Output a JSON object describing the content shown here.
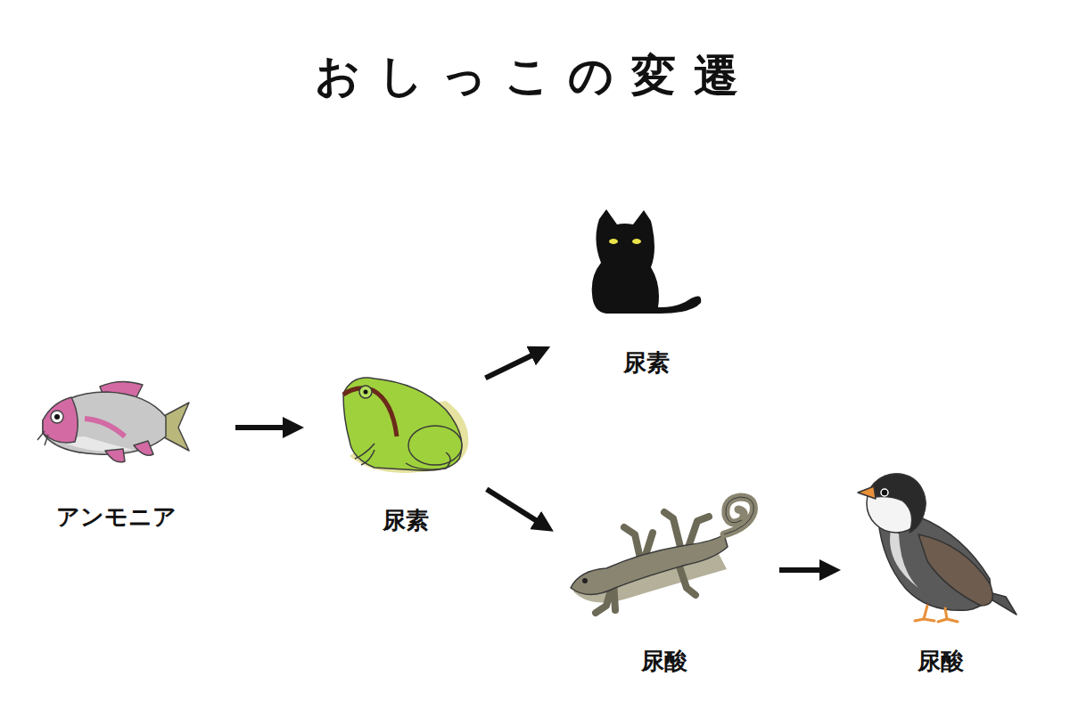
{
  "diagram": {
    "title": "おしっこの変遷",
    "nodes": [
      {
        "text": [
          "アンモニア"
        ]
      },
      {
        "text": [
          "尿素"
        ]
      },
      {
        "text": [
          "尿素"
        ]
      },
      {
        "text": [
          "尿酸"
        ]
      },
      {
        "text": [
          "尿酸"
        ]
      }
    ],
    "edges": [
      {
        "from": 0,
        "to": 1,
        "arrow": "to"
      },
      {
        "from": 1,
        "to": 2,
        "arrow": "to"
      },
      {
        "from": 1,
        "to": 3,
        "arrow": "to"
      },
      {
        "from": 3,
        "to": 4,
        "arrow": "to"
      }
    ]
  }
}
